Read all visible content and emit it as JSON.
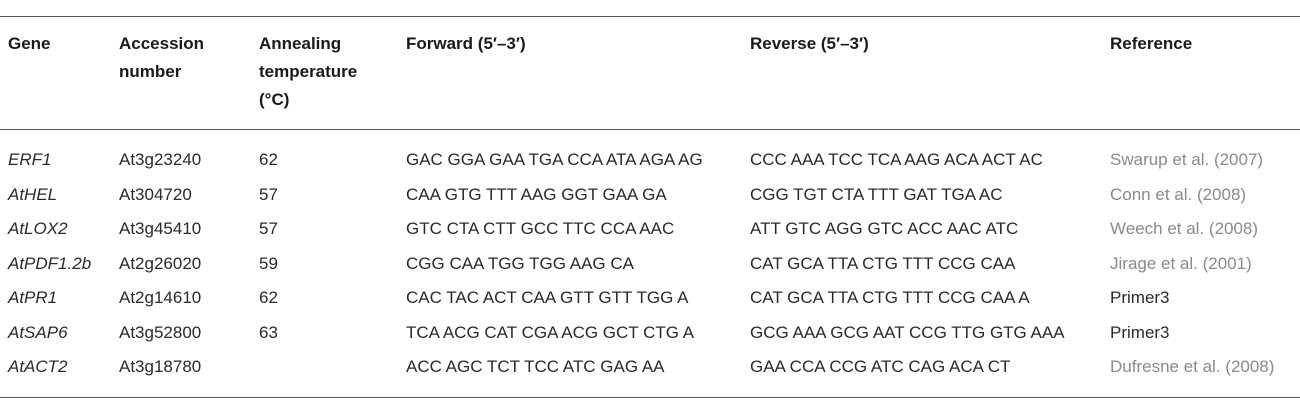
{
  "table": {
    "headers": {
      "gene": [
        "Gene"
      ],
      "accession": [
        "Accession",
        "number"
      ],
      "annealing": [
        "Annealing",
        "temperature",
        "(°C)"
      ],
      "forward": [
        "Forward (5′–3′)"
      ],
      "reverse": [
        "Reverse (5′–3′)"
      ],
      "reference": [
        "Reference"
      ]
    },
    "rows": [
      {
        "gene": "ERF1",
        "accession": "At3g23240",
        "temp": "62",
        "forward": "GAC GGA GAA TGA CCA ATA AGA AG",
        "reverse": "CCC AAA TCC TCA AAG ACA ACT AC",
        "reference": "Swarup et al. (2007)",
        "ref_is_citation": true
      },
      {
        "gene": "AtHEL",
        "accession": "At304720",
        "temp": "57",
        "forward": "CAA GTG TTT AAG GGT GAA GA",
        "reverse": "CGG TGT CTA TTT GAT TGA AC",
        "reference": "Conn et al. (2008)",
        "ref_is_citation": true
      },
      {
        "gene": "AtLOX2",
        "accession": "At3g45410",
        "temp": "57",
        "forward": "GTC CTA CTT GCC TTC CCA AAC",
        "reverse": "ATT GTC AGG GTC ACC AAC ATC",
        "reference": "Weech et al. (2008)",
        "ref_is_citation": true
      },
      {
        "gene": "AtPDF1.2b",
        "accession": "At2g26020",
        "temp": "59",
        "forward": "CGG CAA TGG TGG AAG CA",
        "reverse": "CAT GCA TTA CTG TTT CCG CAA",
        "reference": "Jirage et al. (2001)",
        "ref_is_citation": true
      },
      {
        "gene": "AtPR1",
        "accession": "At2g14610",
        "temp": "62",
        "forward": "CAC TAC ACT CAA GTT GTT TGG A",
        "reverse": "CAT GCA TTA CTG TTT CCG CAA A",
        "reference": "Primer3",
        "ref_is_citation": false
      },
      {
        "gene": "AtSAP6",
        "accession": "At3g52800",
        "temp": "63",
        "forward": "TCA ACG CAT CGA ACG GCT CTG A",
        "reverse": "GCG AAA GCG AAT CCG TTG GTG AAA",
        "reference": "Primer3",
        "ref_is_citation": false
      },
      {
        "gene": "AtACT2",
        "accession": "At3g18780",
        "temp": "",
        "forward": "ACC AGC TCT TCC ATC GAG AA",
        "reverse": "GAA CCA CCG ATC CAG ACA CT",
        "reference": "Dufresne et al. (2008)",
        "ref_is_citation": true
      }
    ]
  },
  "colors": {
    "text": "#2a2a2a",
    "citation_text": "#8a8a8a",
    "rule": "#555555"
  }
}
